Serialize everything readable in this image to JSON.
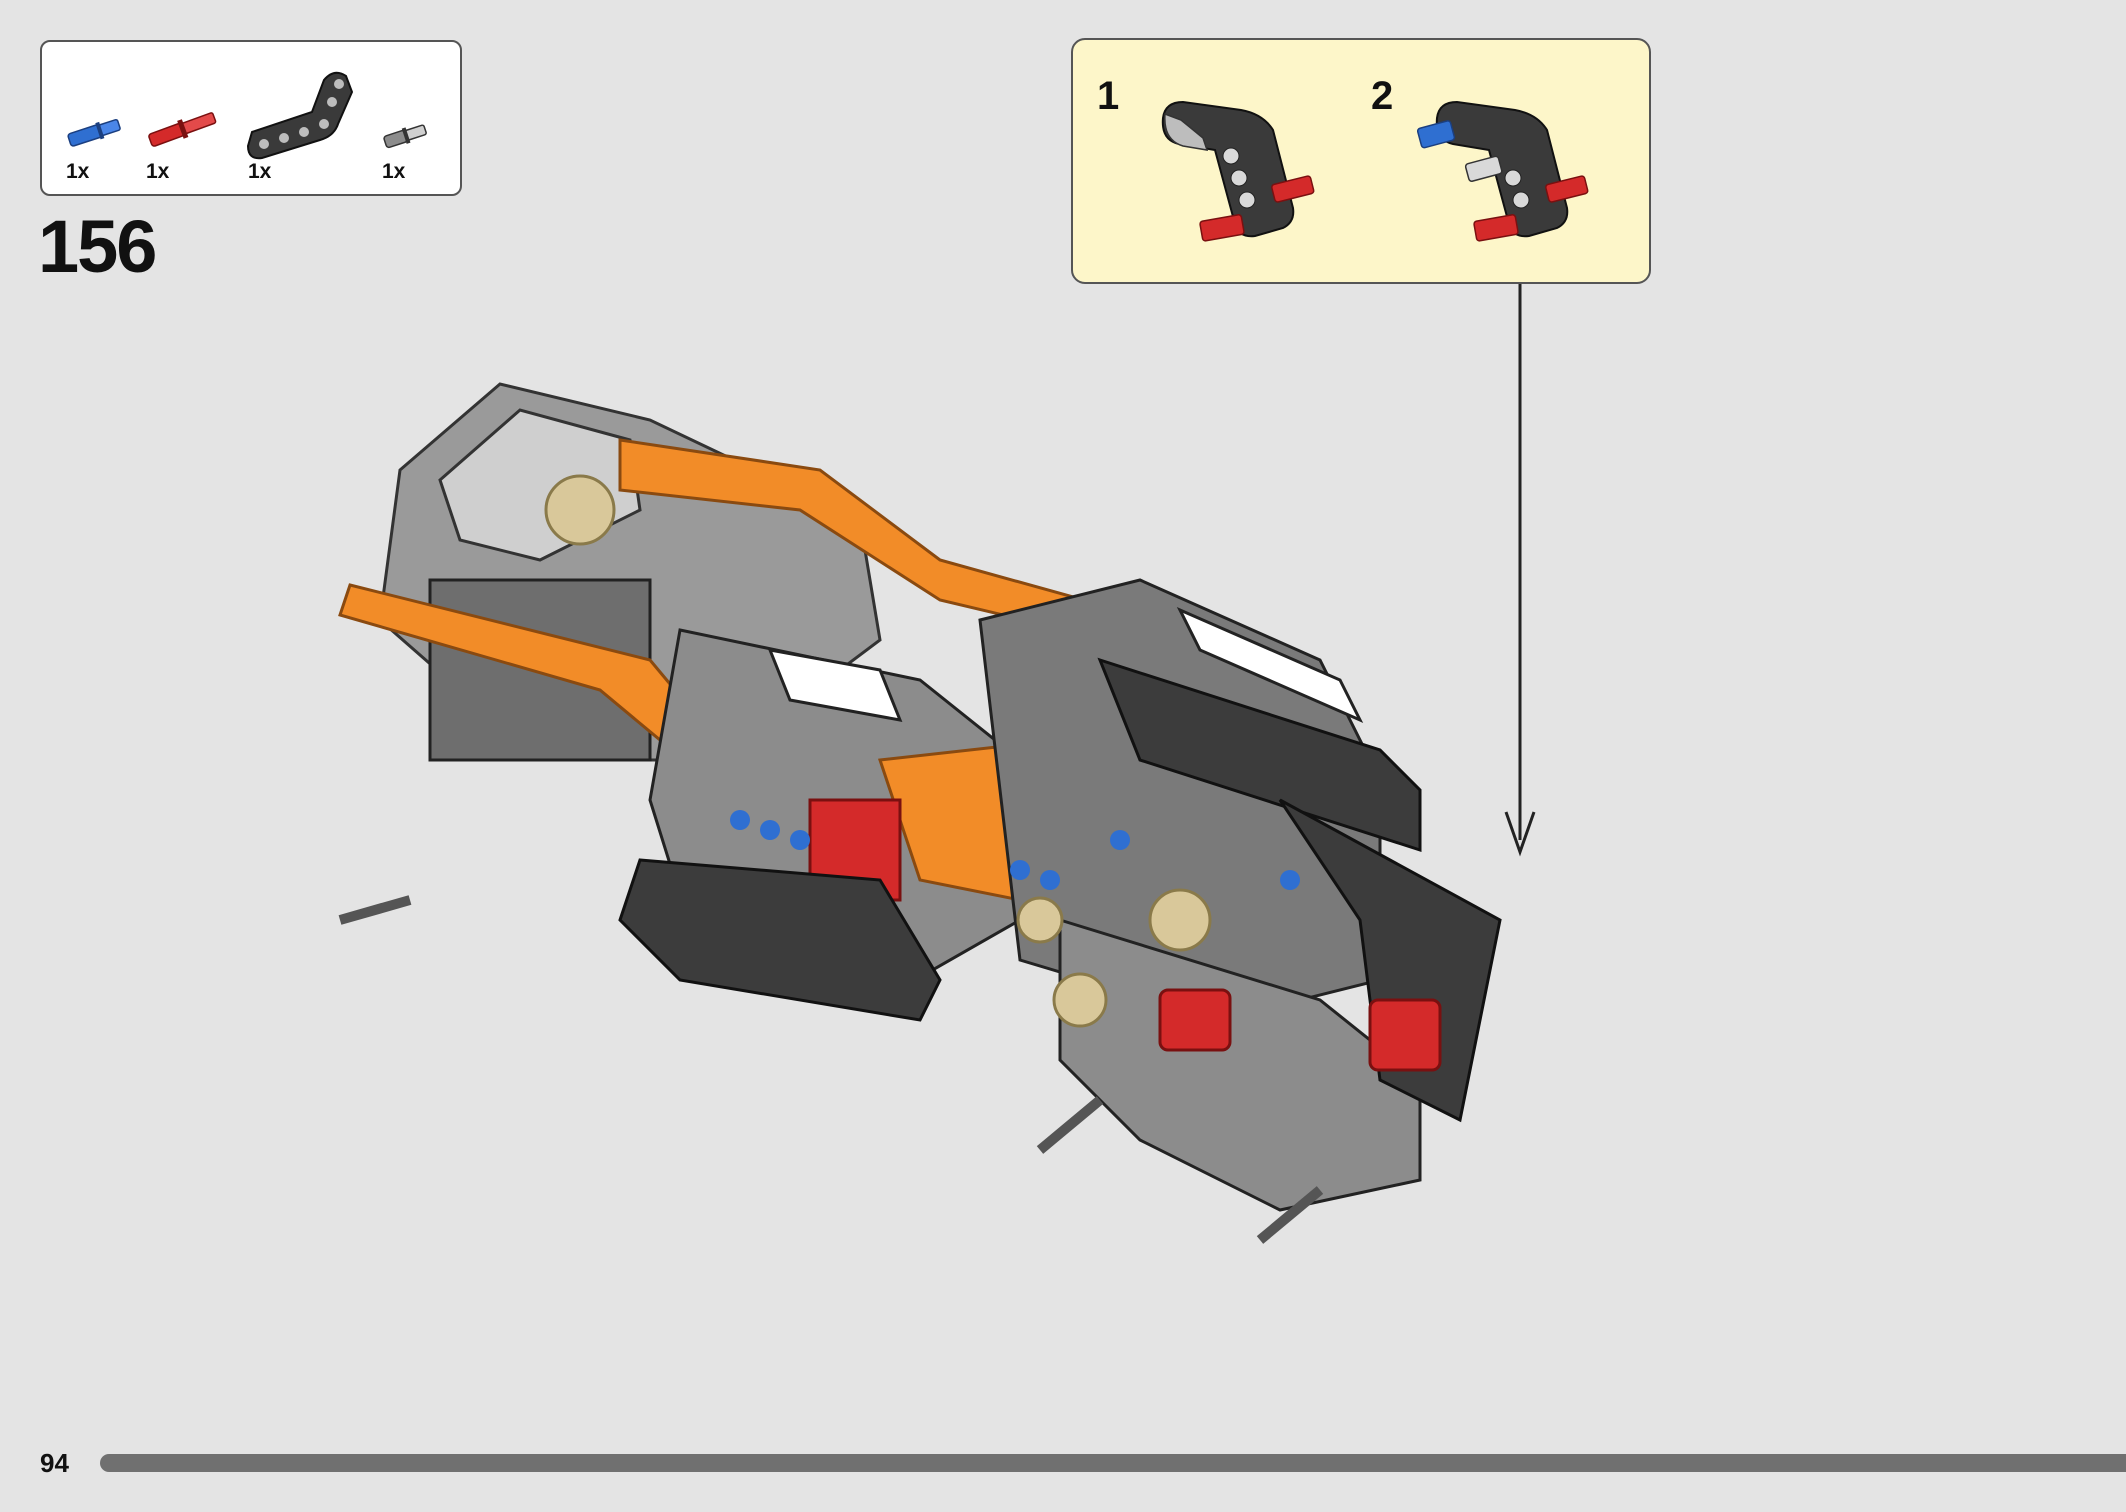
{
  "parts_list": {
    "items": [
      {
        "icon": "blue-axle-pin-icon",
        "color": "#2f6fd1",
        "quantity": "1x"
      },
      {
        "icon": "red-axle-pin-icon",
        "color": "#d42a2a",
        "quantity": "1x"
      },
      {
        "icon": "black-angled-beam-icon",
        "color": "#3a3a3a",
        "quantity": "1x"
      },
      {
        "icon": "gray-pin-icon",
        "color": "#b0b0b0",
        "quantity": "1x"
      }
    ]
  },
  "step": {
    "number": "156"
  },
  "sub_assembly": {
    "steps": [
      {
        "number": "1"
      },
      {
        "number": "2"
      }
    ]
  },
  "footer": {
    "page_number": "94"
  },
  "colors": {
    "page_background": "#e4e4e4",
    "callout_background": "#fdf6c9",
    "progress_bar": "#707070",
    "orange": "#f28c28",
    "dark_gray": "#3c3c3c",
    "light_gray": "#a8a8a8",
    "red": "#d42a2a",
    "blue": "#2f6fd1",
    "tan": "#d9c89a"
  }
}
